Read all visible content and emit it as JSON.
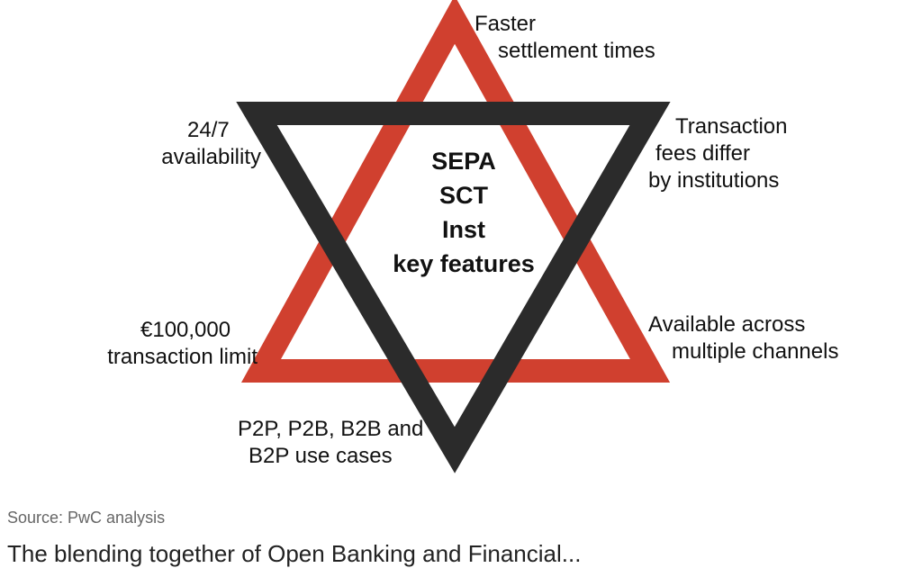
{
  "diagram": {
    "title_lines": [
      "SEPA",
      "SCT",
      "Inst",
      "key features"
    ],
    "features": {
      "top": [
        "Faster",
        "settlement times"
      ],
      "upper_left": [
        "24/7",
        "availability"
      ],
      "upper_right": [
        "Transaction",
        "fees differ",
        "by institutions"
      ],
      "lower_left": [
        "€100,000",
        "transaction limit"
      ],
      "lower_right": [
        "Available across",
        "multiple channels"
      ],
      "bottom": [
        "P2P, P2B, B2B and",
        "B2P use cases"
      ]
    },
    "colors": {
      "red_triangle": "#d0402f",
      "dark_triangle": "#2b2b2b"
    }
  },
  "source": "Source: PwC analysis",
  "cut_off_text": "The blending together of Open Banking and Financial..."
}
